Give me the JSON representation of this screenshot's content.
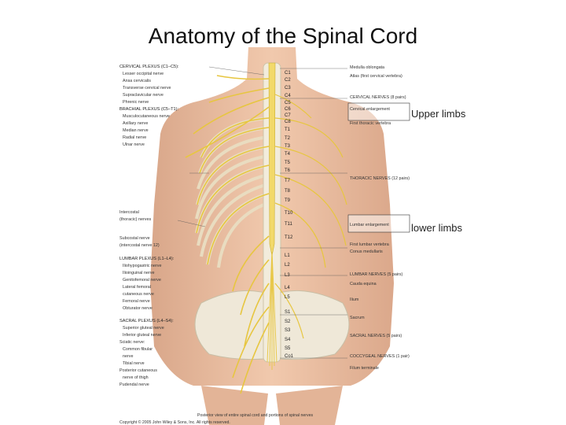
{
  "title": "Anatomy of the Spinal Cord",
  "side_notes": {
    "upper": "Upper limbs",
    "lower": "lower limbs"
  },
  "left_labels": [
    "CERVICAL PLEXUS (C1–C5):",
    "Lesser occipital nerve",
    "Ansa cervicalis",
    "Transverse cervical nerve",
    "Supraclavicular nerve",
    "Phrenic nerve",
    "BRACHIAL PLEXUS (C5–T1):",
    "Musculocutaneous nerve",
    "Axillary nerve",
    "Median nerve",
    "Radial nerve",
    "Ulnar nerve",
    "Intercostal",
    "(thoracic) nerves",
    "Subcostal nerve",
    "(intercostal nerve 12)",
    "LUMBAR PLEXUS (L1–L4):",
    "Iliohypogastric nerve",
    "Ilioinguinal nerve",
    "Genitofemoral nerve",
    "Lateral femoral",
    "cutaneous nerve",
    "Femoral nerve",
    "Obturator nerve",
    "SACRAL PLEXUS (L4–S4):",
    "Superior gluteal nerve",
    "Inferior gluteal nerve",
    "Sciatic nerve:",
    "Common fibular",
    "nerve",
    "Tibial nerve",
    "Posterior cutaneous",
    "nerve of thigh",
    "Pudendal nerve"
  ],
  "right_labels": [
    "Medulla oblongata",
    "Atlas (first cervical vertebra)",
    "CERVICAL NERVES (8 pairs)",
    "Cervical enlargement",
    "First thoracic vertebra",
    "THORACIC NERVES (12 pairs)",
    "Lumbar enlargement",
    "First lumbar vertebra",
    "Conus medullaris",
    "LUMBAR NERVES (5 pairs)",
    "Cauda equina",
    "Ilium",
    "Sacrum",
    "SACRAL NERVES (5 pairs)",
    "COCCYGEAL NERVES (1 pair)",
    "Filum terminale"
  ],
  "vertebra_labels": [
    "C1",
    "C2",
    "C3",
    "C4",
    "C5",
    "C6",
    "C7",
    "C8",
    "T1",
    "T2",
    "T3",
    "T4",
    "T5",
    "T6",
    "T7",
    "T8",
    "T9",
    "T10",
    "T11",
    "T12",
    "L1",
    "L2",
    "L3",
    "L4",
    "L5",
    "S1",
    "S2",
    "S3",
    "S4",
    "S5",
    "Co1"
  ],
  "caption": "Posterior view of entire spinal cord and portions of spinal nerves",
  "copyright": "Copyright © 2005 John Wiley & Sons, Inc.  All rights reserved."
}
